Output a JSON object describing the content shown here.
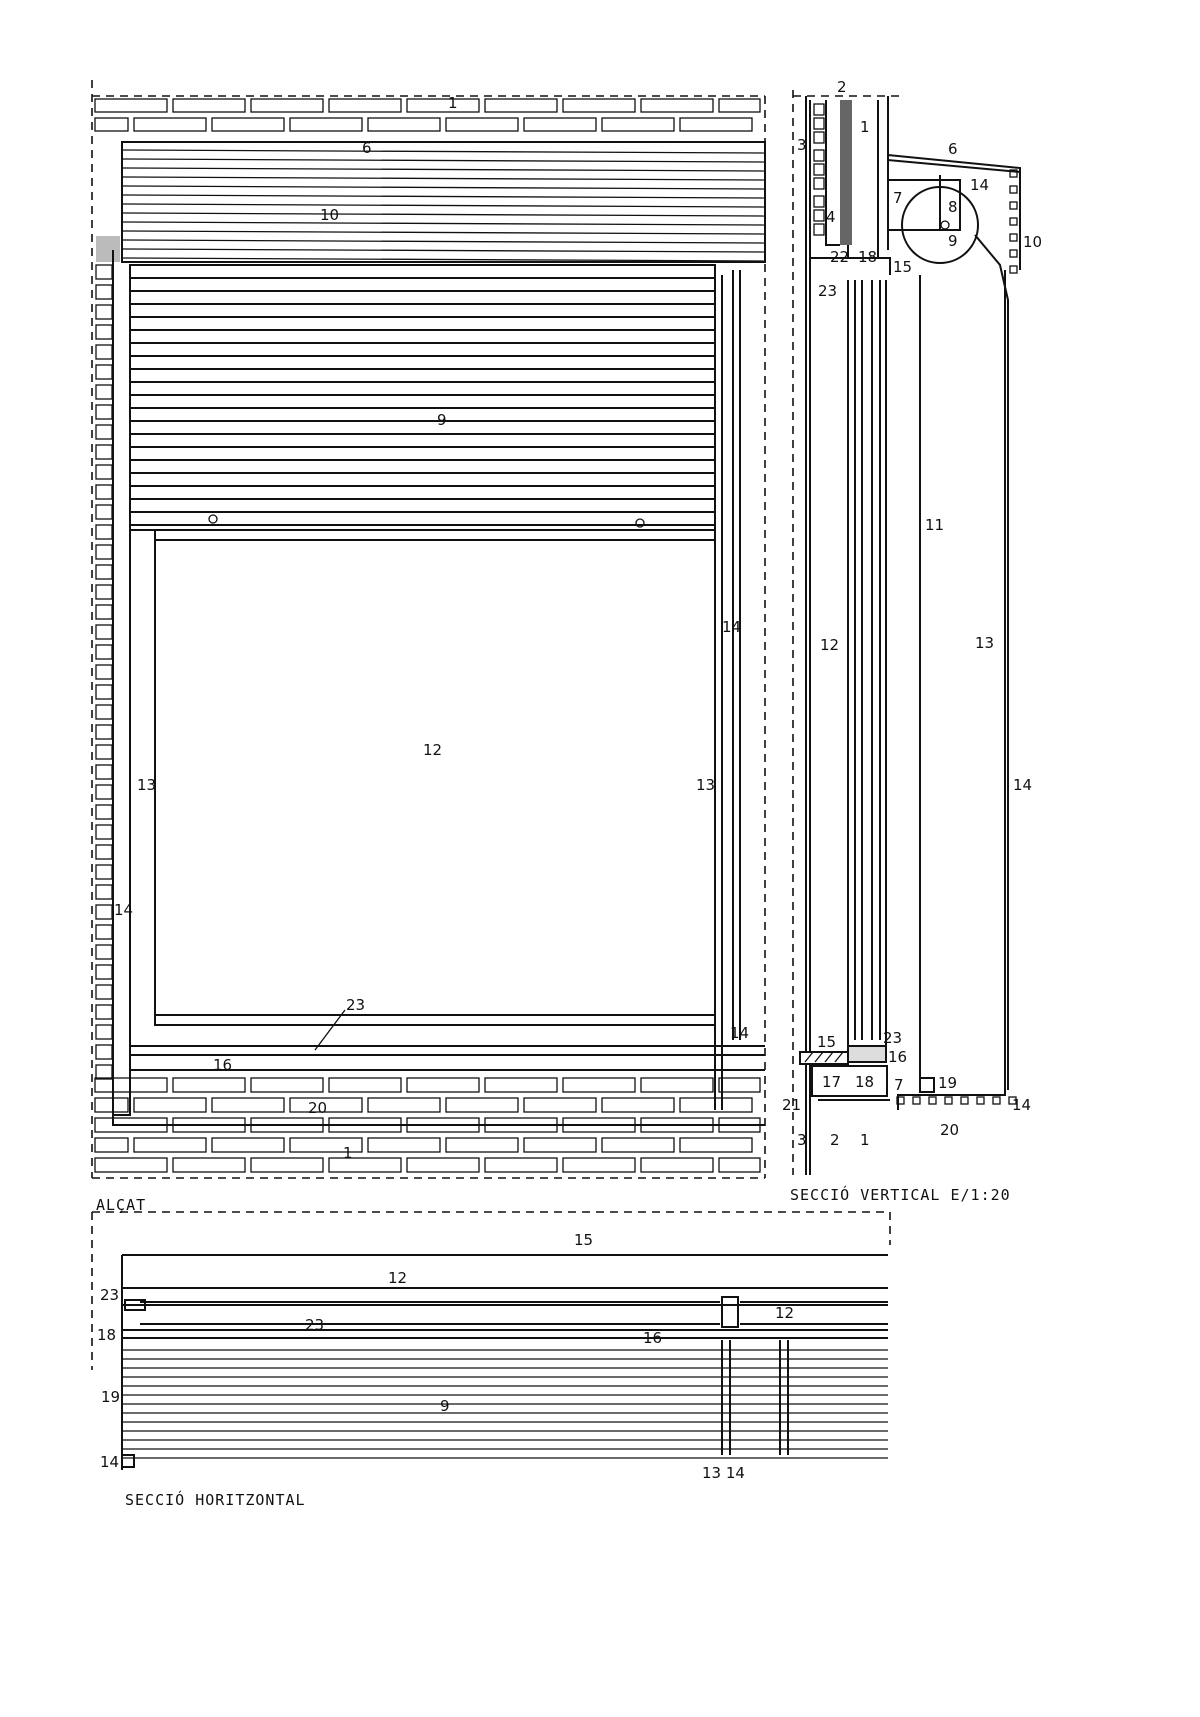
{
  "titles": {
    "elevation": "ALÇAT",
    "vertical_section": "SECCIÓ VERTICAL E/1:20",
    "horizontal_section": "SECCIÓ HORITZONTAL"
  },
  "elevation_labels": [
    "1",
    "6",
    "10",
    "9",
    "14",
    "13",
    "12",
    "13",
    "14",
    "23",
    "16",
    "14",
    "20",
    "1"
  ],
  "vertical_labels": [
    "2",
    "1",
    "3",
    "6",
    "7",
    "14",
    "8",
    "4",
    "9",
    "10",
    "22",
    "18",
    "15",
    "23",
    "11",
    "12",
    "13",
    "14",
    "15",
    "23",
    "16",
    "17",
    "18",
    "7",
    "19",
    "21",
    "14",
    "3",
    "2",
    "1",
    "20"
  ],
  "horizontal_labels": [
    "15",
    "12",
    "23",
    "12",
    "23",
    "18",
    "16",
    "19",
    "9",
    "14",
    "13 14"
  ]
}
